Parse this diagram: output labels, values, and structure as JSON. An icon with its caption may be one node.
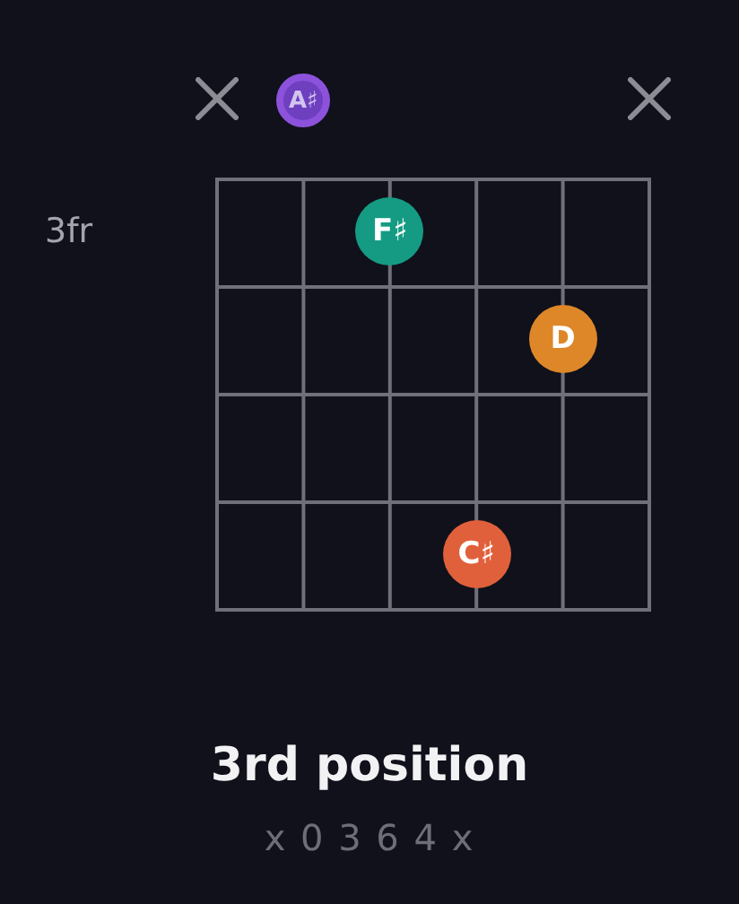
{
  "diagram": {
    "title": "3rd position",
    "nodes": [
      {
        "text": [
          "A♯"
        ]
      },
      {
        "text": [
          "F♯"
        ]
      },
      {
        "text": [
          "D"
        ]
      },
      {
        "text": [
          "C♯"
        ]
      }
    ],
    "labels": [
      "3fr",
      "x 0 3 6 4 x"
    ]
  }
}
